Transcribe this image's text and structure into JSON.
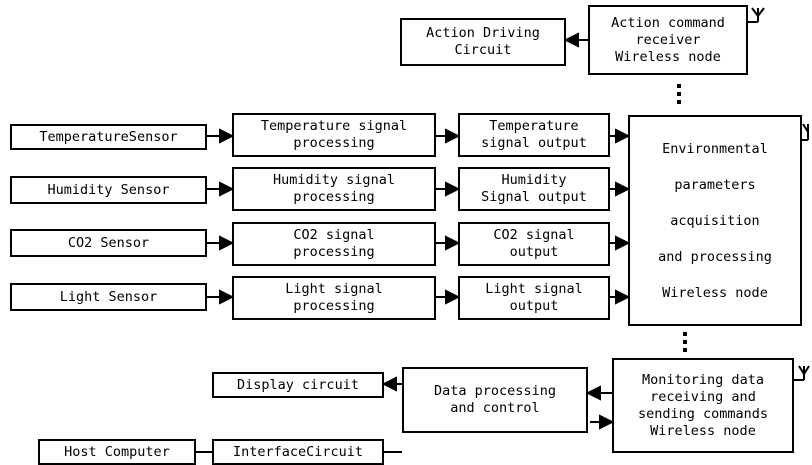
{
  "boxes": {
    "action_driving": "Action Driving\nCircuit",
    "action_receiver": "Action command\nreceiver\nWireless node",
    "temperature_sensor": "TemperatureSensor",
    "humidity_sensor": "Humidity Sensor",
    "co2_sensor": "CO2 Sensor",
    "light_sensor": "Light Sensor",
    "temperature_processing": "Temperature signal\nprocessing",
    "humidity_processing": "Humidity signal\nprocessing",
    "co2_processing": "CO2 signal\nprocessing",
    "light_processing": "Light signal\nprocessing",
    "temperature_output": "Temperature\nsignal output",
    "humidity_output": "Humidity\nSignal output",
    "co2_output": "CO2 signal\noutput",
    "light_output": "Light signal\noutput",
    "env_node": "Environmental\n\nparameters\n\nacquisition\n\nand processing\n\nWireless node",
    "display_circuit": "Display circuit",
    "host_computer": "Host Computer",
    "interface_circuit": "InterfaceCircuit",
    "data_processing": "Data processing\nand control",
    "monitoring_node": "Monitoring data\nreceiving and\nsending commands\nWireless node"
  }
}
